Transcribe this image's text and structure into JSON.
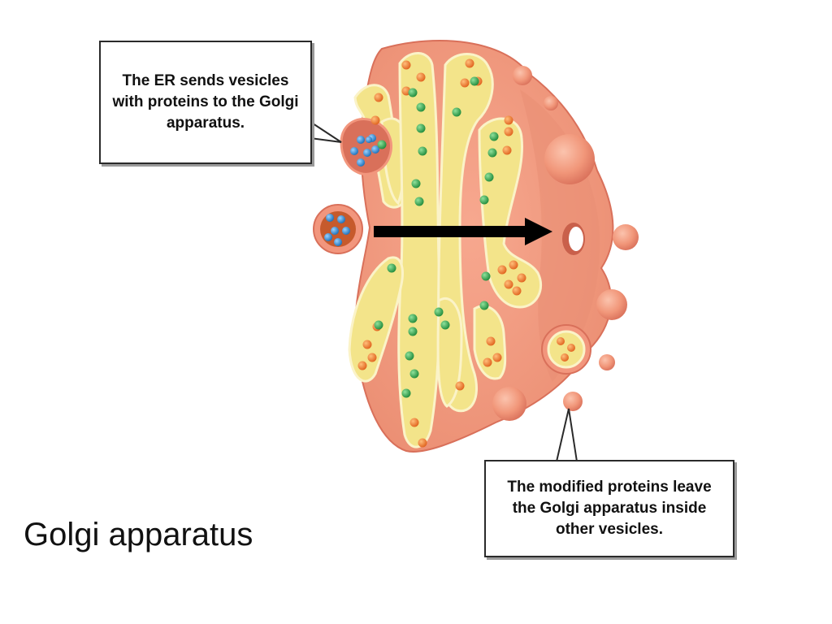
{
  "slide": {
    "title": "Golgi apparatus"
  },
  "callouts": {
    "er_sends": "The ER sends vesicles with proteins to the Golgi apparatus.",
    "modified_proteins": "The modified proteins leave the Golgi apparatus inside other vesicles."
  },
  "colors": {
    "membrane": "#f2967d",
    "membrane_dark": "#d9705a",
    "lumen": "#f3e48a",
    "lumen_edge": "#fbf3c8",
    "protein_orange": "#f07a2a",
    "protein_green": "#2ea84a",
    "protein_blue": "#2a8fd6",
    "vesicle_dark": "#c65a2c",
    "arrow": "#000000"
  }
}
